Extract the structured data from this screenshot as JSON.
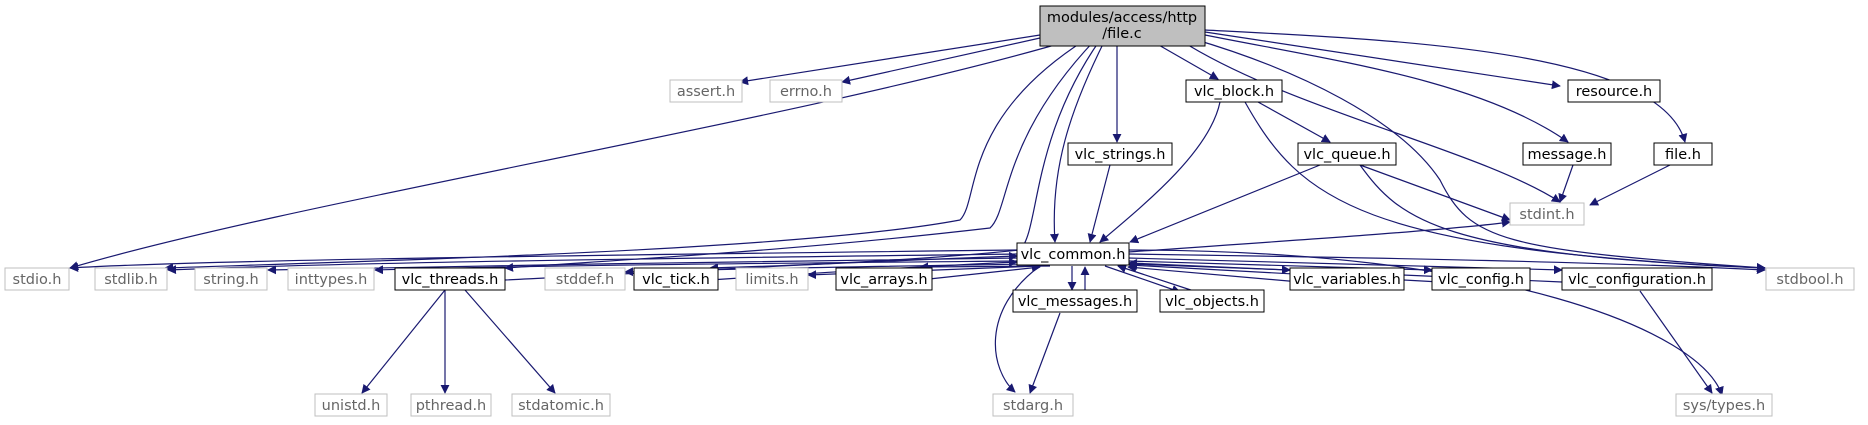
{
  "colors": {
    "edge": "#191970",
    "root_fill": "#bfbfbf",
    "node_border": "#000000",
    "external_border": "#bfbfbf",
    "external_text": "#666666"
  },
  "graph": {
    "root": {
      "line1": "modules/access/http",
      "line2": "/file.c"
    },
    "nodes": {
      "assert": "assert.h",
      "errno": "errno.h",
      "vlc_block": "vlc_block.h",
      "resource": "resource.h",
      "vlc_strings": "vlc_strings.h",
      "vlc_queue": "vlc_queue.h",
      "message": "message.h",
      "file": "file.h",
      "vlc_common": "vlc_common.h",
      "stdint": "stdint.h",
      "stdio": "stdio.h",
      "stdlib": "stdlib.h",
      "string": "string.h",
      "inttypes": "inttypes.h",
      "vlc_threads": "vlc_threads.h",
      "stddef": "stddef.h",
      "vlc_tick": "vlc_tick.h",
      "limits": "limits.h",
      "vlc_arrays": "vlc_arrays.h",
      "vlc_messages": "vlc_messages.h",
      "vlc_objects": "vlc_objects.h",
      "vlc_variables": "vlc_variables.h",
      "vlc_config": "vlc_config.h",
      "vlc_configuration": "vlc_configuration.h",
      "stdbool": "stdbool.h",
      "unistd": "unistd.h",
      "pthread": "pthread.h",
      "stdatomic": "stdatomic.h",
      "stdarg": "stdarg.h",
      "sys_types": "sys/types.h"
    }
  }
}
